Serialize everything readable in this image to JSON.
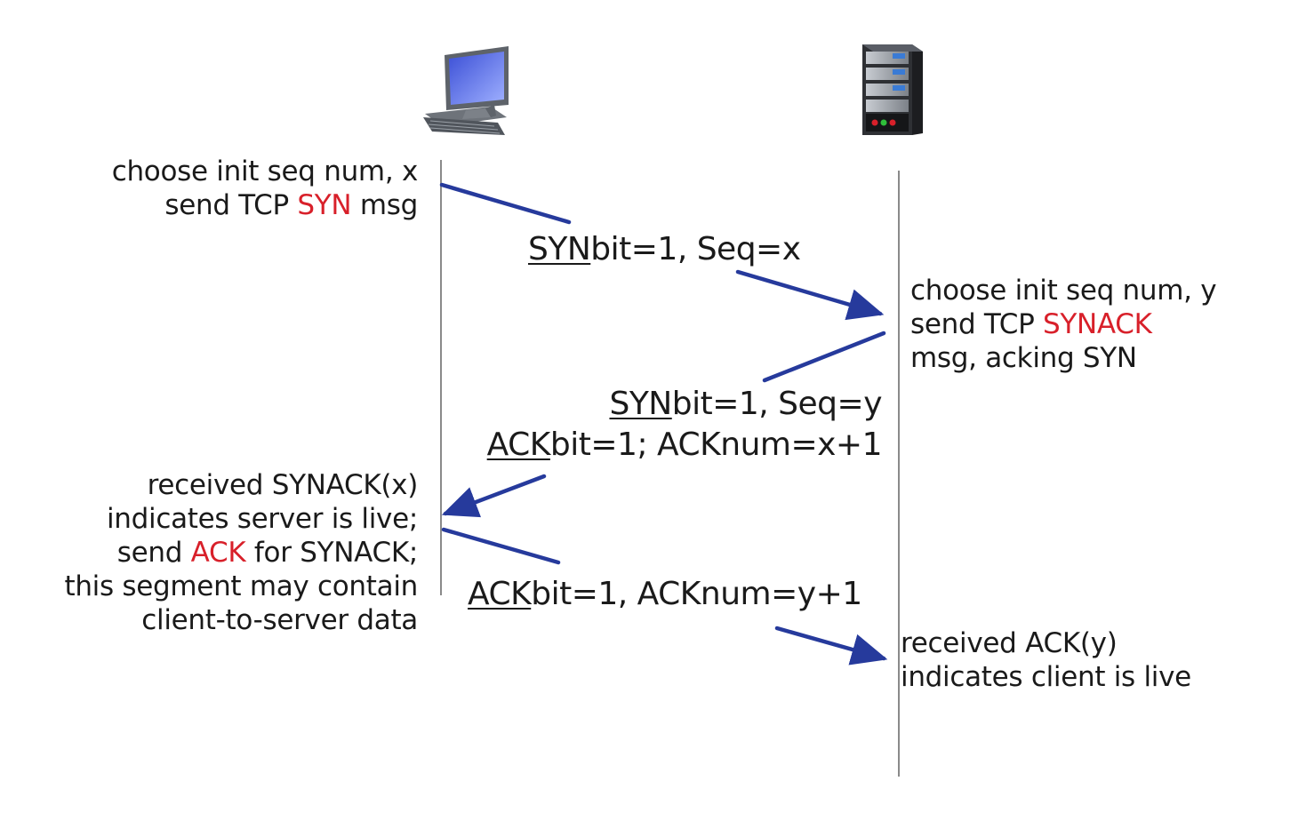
{
  "colors": {
    "arrow": "#263a9c",
    "highlight": "#d8202a",
    "timeline": "#8a8a8a",
    "text": "#1a1a1a"
  },
  "icons": {
    "client": "desktop-computer-icon",
    "server": "server-rack-icon"
  },
  "client_notes": {
    "syn": {
      "line1": "choose init seq num, x",
      "line2_pre": "send TCP ",
      "line2_hl": "SYN",
      "line2_post": " msg"
    },
    "ack": {
      "line1": "received SYNACK(x)",
      "line2": "indicates server is live;",
      "line3_pre": "send ",
      "line3_hl": "ACK",
      "line3_post": " for SYNACK;",
      "line4": "this segment may contain",
      "line5": "client-to-server data"
    }
  },
  "server_notes": {
    "synack": {
      "line1": "choose init seq num, y",
      "line2_pre": "send TCP ",
      "line2_hl": "SYNACK",
      "line3": "msg, acking SYN"
    },
    "ack_received": {
      "line1": "received ACK(y)",
      "line2": "indicates client is live"
    }
  },
  "messages": {
    "syn": {
      "flag": "SYN",
      "rest": "bit=1, Seq=x"
    },
    "synack": {
      "line1_flag": "SYN",
      "line1_rest": "bit=1, Seq=y",
      "line2_flag": "ACK",
      "line2_rest": "bit=1; ACKnum=x+1"
    },
    "ack": {
      "flag": "ACK",
      "rest": "bit=1, ACKnum=y+1"
    }
  }
}
